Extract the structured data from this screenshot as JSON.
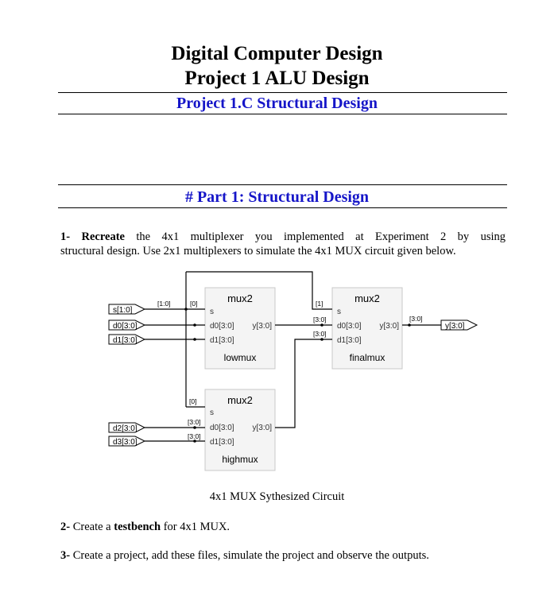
{
  "header": {
    "title_line1": "Digital Computer Design",
    "title_line2": "Project 1 ALU Design",
    "subtitle": "Project 1.C Structural Design"
  },
  "section": {
    "heading": "# Part 1: Structural Design"
  },
  "step1": {
    "number": "1-",
    "keyword": "Recreate",
    "line1_rest": "the 4x1 multiplexer you implemented at Experiment 2 by using",
    "line2": "structural design. Use 2x1 multiplexers to simulate the 4x1 MUX circuit given below."
  },
  "diagram": {
    "inputs": {
      "s": "s[1:0]",
      "d0": "d0[3:0]",
      "d1": "d1[3:0]",
      "d2": "d2[3:0]",
      "d3": "d3[3:0]"
    },
    "output": "y[3:0]",
    "bus_labels": {
      "s_bus": "[1:0]",
      "s_bit0_top": "[0]",
      "s_bit1": "[1]",
      "s_bit0_bottom": "[0]",
      "final_d0": "[3:0]",
      "final_d1": "[3:0]",
      "high_d0": "[3:0]",
      "high_d1": "[3:0]",
      "out_bus": "[3:0]"
    },
    "blocks": [
      {
        "type": "mux2",
        "s": "s",
        "d0": "d0[3:0]",
        "d1": "d1[3:0]",
        "y": "y[3:0]",
        "instance": "lowmux"
      },
      {
        "type": "mux2",
        "s": "s",
        "d0": "d0[3:0]",
        "d1": "d1[3:0]",
        "y": "y[3:0]",
        "instance": "finalmux"
      },
      {
        "type": "mux2",
        "s": "s",
        "d0": "d0[3:0]",
        "d1": "d1[3:0]",
        "y": "y[3:0]",
        "instance": "highmux"
      }
    ],
    "caption": "4x1 MUX Sythesized Circuit"
  },
  "step2": {
    "number": "2-",
    "text_before": "Create a",
    "keyword": "testbench",
    "text_after": "for 4x1 MUX."
  },
  "step3": {
    "number": "3-",
    "text": "Create a project, add these files, simulate the project and observe the outputs."
  }
}
